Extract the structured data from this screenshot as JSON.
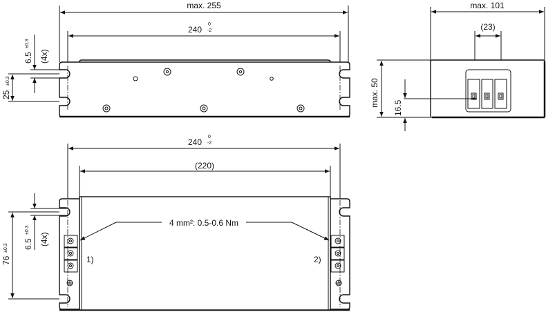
{
  "top_view": {
    "overall_length": "max. 255",
    "mounting_pitch": "240",
    "mounting_pitch_tol_upper": "0",
    "mounting_pitch_tol_lower": "-2",
    "slot_width": "6.5",
    "slot_width_tol": "±0.3",
    "slot_count": "(4x)",
    "slot_spacing": "25",
    "slot_spacing_tol": "±0.3"
  },
  "side_view": {
    "overall_width": "max. 101",
    "terminal_pitch": "(23)",
    "overall_height": "max. 50",
    "terminal_height": "16.5"
  },
  "bottom_view": {
    "mounting_pitch": "240",
    "mounting_pitch_tol_upper": "0",
    "mounting_pitch_tol_lower": "-2",
    "body_length": "(220)",
    "terminal_spec": "4 mm²: 0.5-0.6 Nm",
    "slot_width": "6.5",
    "slot_width_tol": "±0.3",
    "slot_count": "(4x)",
    "slot_spacing": "76",
    "slot_spacing_tol": "±0.3",
    "terminal_label_left": "1)",
    "terminal_label_right": "2)"
  }
}
